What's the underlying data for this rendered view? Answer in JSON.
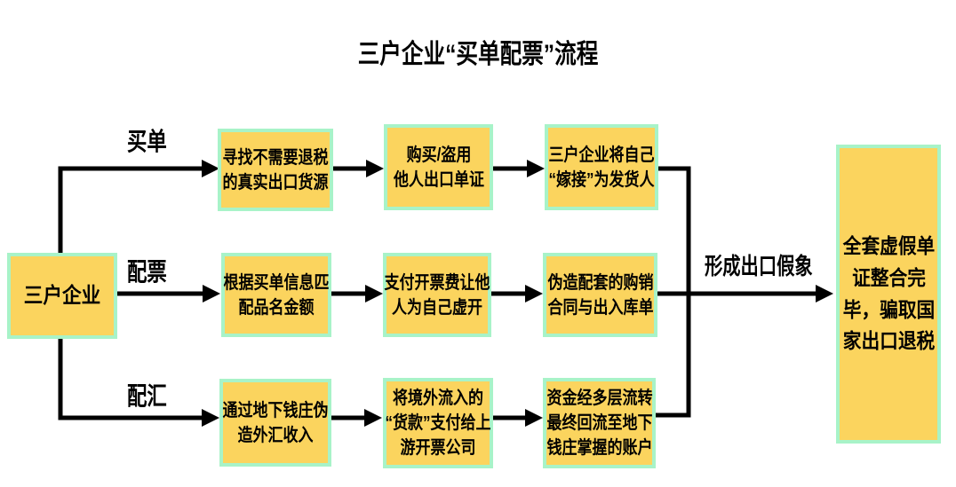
{
  "title": "三户企业“买单配票”流程",
  "source": {
    "label": "三户企业"
  },
  "branches": [
    {
      "label": "买单",
      "boxes": [
        "寻找不需要退税\n的真实出口货源",
        "购买/盗用\n他人出口单证",
        "三户企业将自己\n“嫁接”为发货人"
      ]
    },
    {
      "label": "配票",
      "boxes": [
        "根据买单信息匹\n配品名金额",
        "支付开票费让他\n人为自己虚开",
        "伪造配套的购销\n合同与出入库单"
      ]
    },
    {
      "label": "配汇",
      "boxes": [
        "通过地下钱庄伪\n造外汇收入",
        "将境外流入的\n“货款”支付给上\n游开票公司",
        "资金经多层流转\n最终回流至地下\n钱庄掌握的账户"
      ]
    }
  ],
  "merge_label": "形成出口假象",
  "result": {
    "label": "全套虚假单\n证整合完\n毕，骗取国\n家出口退税"
  },
  "colors": {
    "box_fill": "#FBD45E",
    "box_border": "#A8F3C8",
    "ink": "#000000",
    "background": "#FFFFFF"
  }
}
